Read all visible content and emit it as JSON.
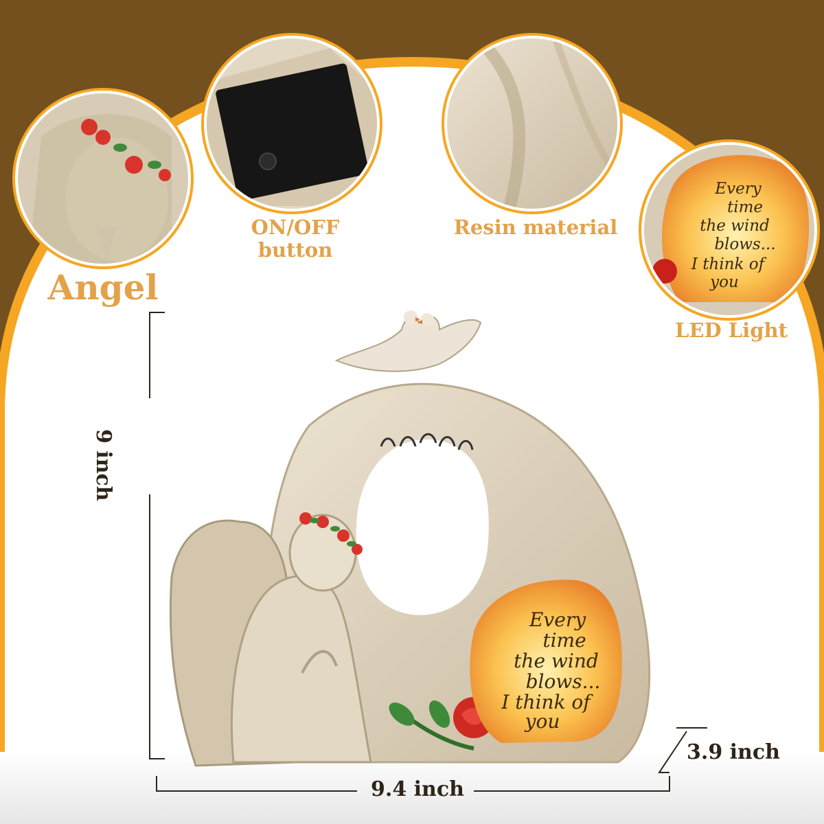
{
  "callouts": {
    "angel": "Angel",
    "onoff_line1": "ON/OFF",
    "onoff_line2": "button",
    "resin": "Resin material",
    "led": "LED Light"
  },
  "plaque_lines": [
    "Every",
    "time",
    "the wind",
    "blows...",
    "I think of",
    "you"
  ],
  "dimensions": {
    "height": "9 inch",
    "width": "9.4 inch",
    "depth": "3.9 inch"
  },
  "colors": {
    "background_brown": "#74501f",
    "arc_orange": "#f5a623",
    "label_gold": "#e3a24a",
    "stone": "#d9cdb8",
    "led_glow": "#fbb040"
  }
}
